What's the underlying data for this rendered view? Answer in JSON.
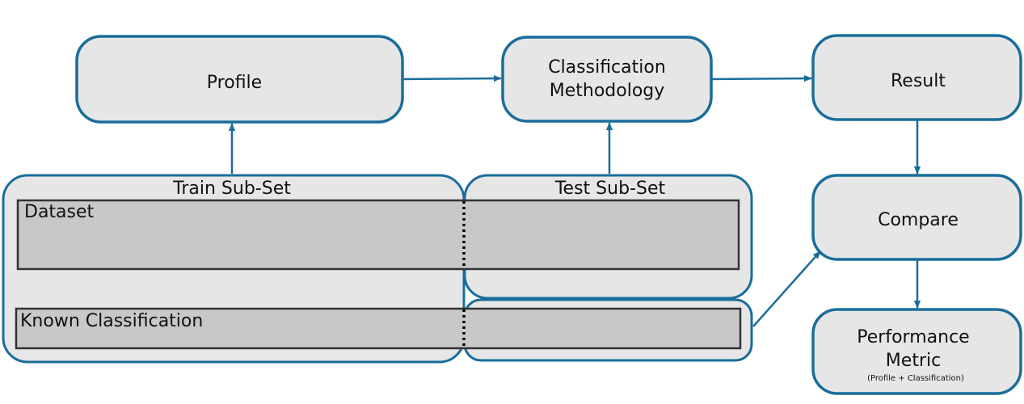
{
  "boxes": {
    "profile": "Profile",
    "classification_line1": "Classification",
    "classification_line2": "Methodology",
    "result": "Result",
    "compare": "Compare",
    "performance_line1": "Performance",
    "performance_line2": "Metric",
    "performance_note": "(Profile + Classification)"
  },
  "panels": {
    "train": "Train Sub-Set",
    "test": "Test Sub-Set"
  },
  "rows": {
    "dataset": "Dataset",
    "known_classification": "Known Classification"
  },
  "colors": {
    "stroke": "#1a6d9a",
    "box_fill": "#e6e6e6",
    "row_fill": "#c8c8c8",
    "row_stroke": "#333333"
  }
}
